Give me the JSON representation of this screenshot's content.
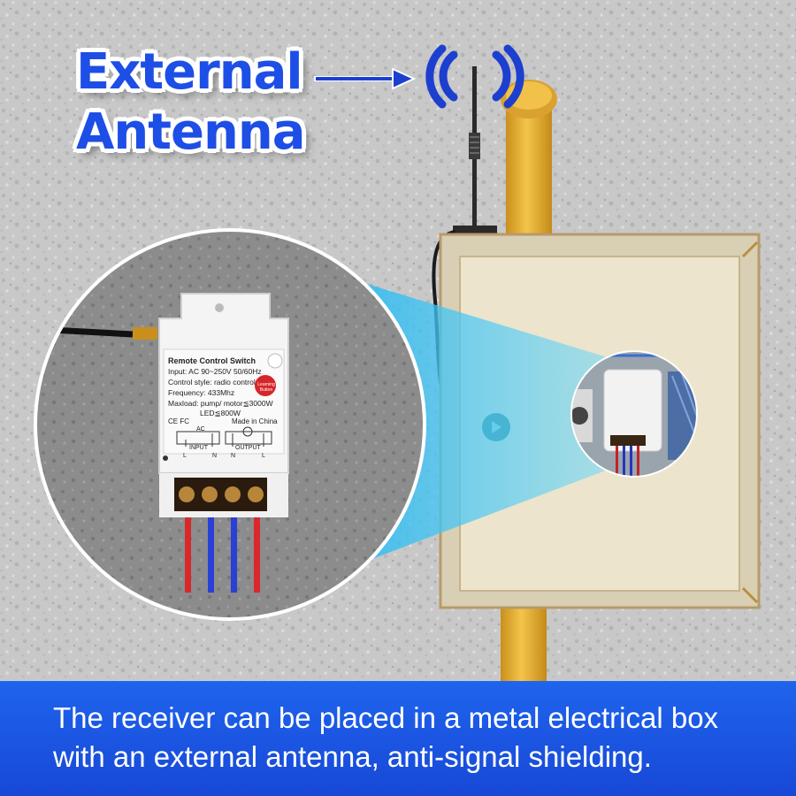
{
  "headline": {
    "line1": "External",
    "line2": "Antenna"
  },
  "caption": {
    "line1": "The receiver can be placed in a metal electrical box",
    "line2": "with an external antenna, anti-signal shielding."
  },
  "device_label": {
    "title": "Remote Control Switch",
    "input": "Input: AC 90~250V 50/60Hz",
    "control_style": "Control style: radio control",
    "frequency": "Frequency: 433Mhz",
    "maxload": "Maxload: pump/ motor≦3000W",
    "led": "LED≦800W",
    "learning_button": "Learning Button",
    "certifications": "CE FC",
    "made_in": "Made in China",
    "ac": "AC",
    "input_label": "INPUT",
    "output_label": "OUTPUT",
    "terminal_l1": "L",
    "terminal_n1": "N",
    "terminal_n2": "N",
    "terminal_l2": "L"
  },
  "colors": {
    "headline_text": "#1d4ee6",
    "caption_bg": "#1d58e6",
    "pipe": "#e8b536",
    "box": "#ece4cc",
    "beam": "#3ec6f2",
    "wire_red": "#d8282a",
    "wire_blue": "#2a3fd6"
  },
  "icons": [
    "signal-waves-icon",
    "arrow-right-icon",
    "antenna-icon"
  ]
}
